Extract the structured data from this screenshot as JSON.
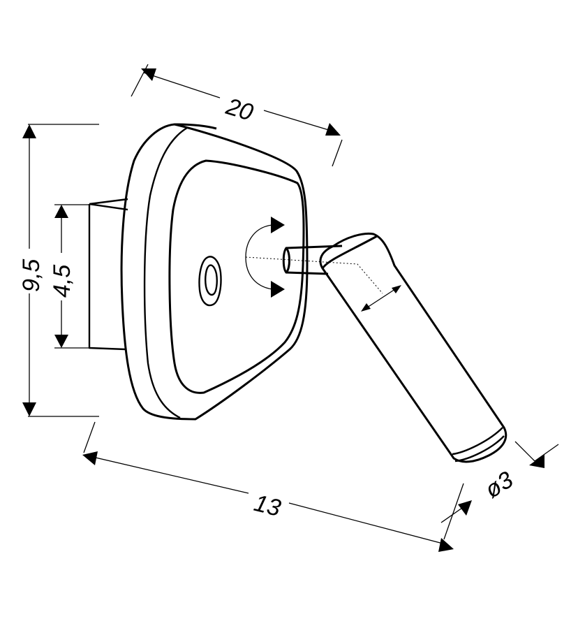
{
  "dimensions": {
    "width": "20",
    "total_height": "9,5",
    "base_height": "4,5",
    "projection": "13",
    "diameter": "ø3"
  }
}
